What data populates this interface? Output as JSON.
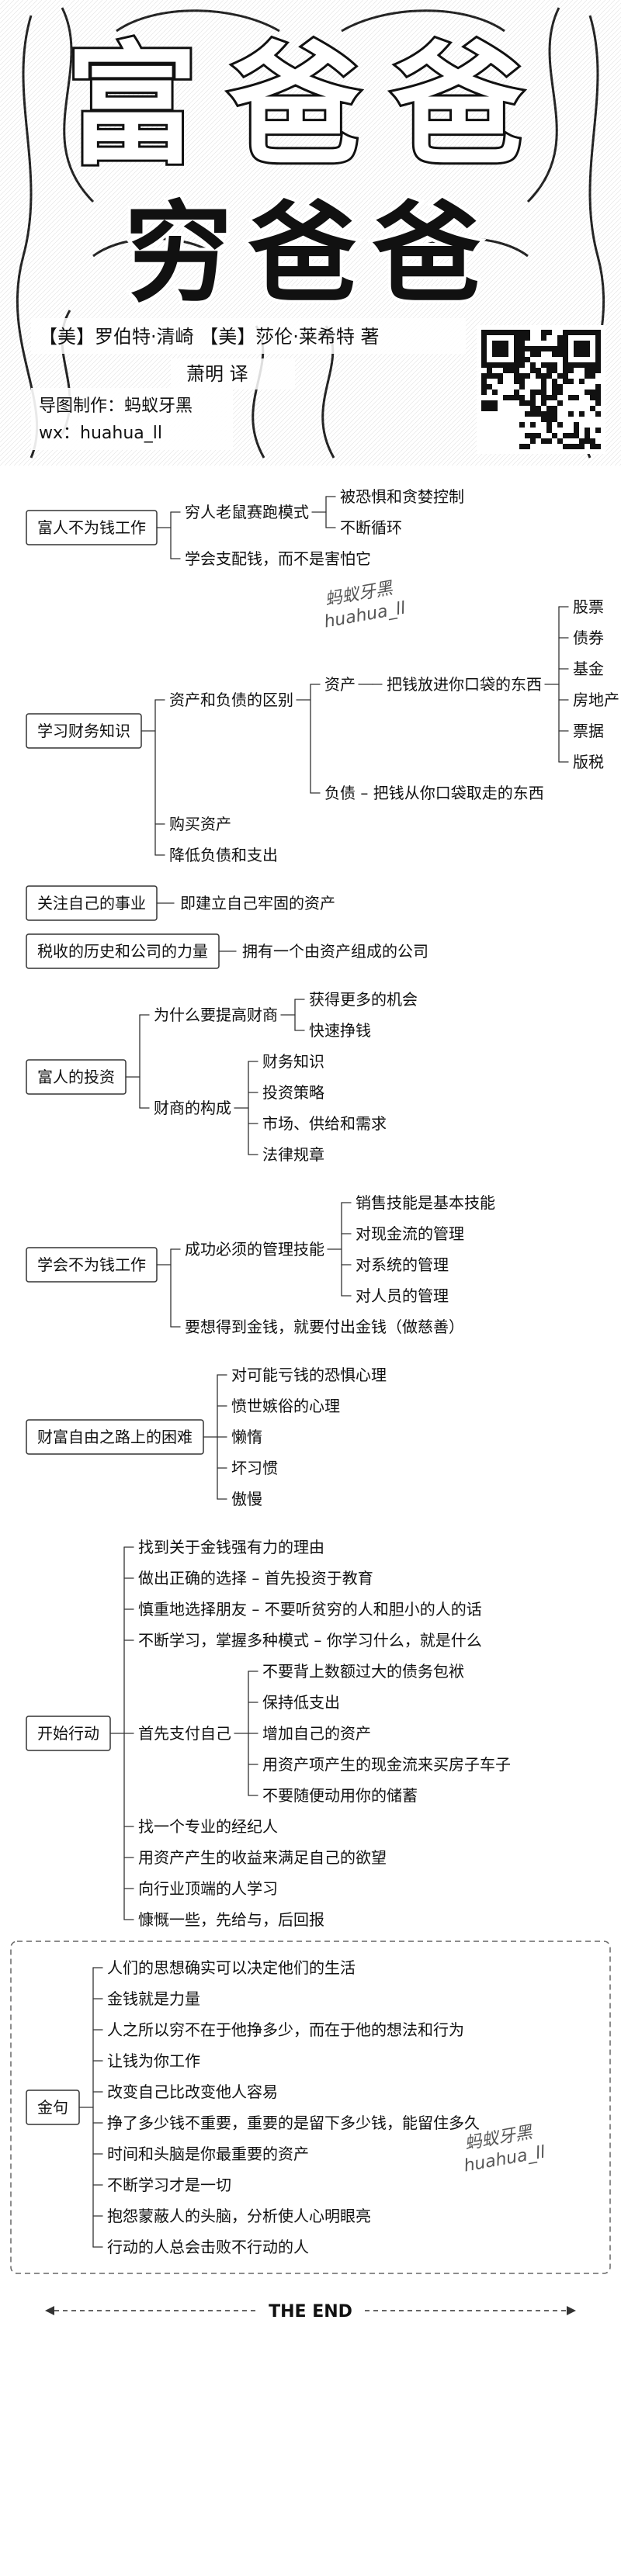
{
  "cover": {
    "title_top": "富爸爸",
    "title_main": "穷爸爸",
    "authors": "【美】罗伯特·清崎  【美】莎伦·莱希特  著",
    "translator": "萧明  译",
    "credit_line1": "导图制作：蚂蚁牙黑",
    "credit_line2": "wx：huahua_ll"
  },
  "watermarks": [
    {
      "line1": "蚂蚁牙黑",
      "line2": "huahua_ll"
    },
    {
      "line1": "蚂蚁牙黑",
      "line2": "huahua_ll"
    }
  ],
  "sections": [
    {
      "title": "富人不为钱工作",
      "children": [
        {
          "text": "穷人老鼠赛跑模式",
          "children": [
            {
              "text": "被恐惧和贪婪控制"
            },
            {
              "text": "不断循环"
            }
          ]
        },
        {
          "text": "学会支配钱，而不是害怕它"
        }
      ]
    },
    {
      "title": "学习财务知识",
      "children": [
        {
          "text": "资产和负债的区别",
          "children": [
            {
              "text": "资产",
              "children": [
                {
                  "text": "把钱放进你口袋的东西",
                  "children": [
                    {
                      "text": "股票"
                    },
                    {
                      "text": "债券"
                    },
                    {
                      "text": "基金"
                    },
                    {
                      "text": "房地产"
                    },
                    {
                      "text": "票据"
                    },
                    {
                      "text": "版税"
                    }
                  ]
                }
              ]
            },
            {
              "text": "负债 – 把钱从你口袋取走的东西"
            }
          ]
        },
        {
          "text": "购买资产"
        },
        {
          "text": "降低负债和支出"
        }
      ]
    },
    {
      "title": "关注自己的事业",
      "inline": "即建立自己牢固的资产"
    },
    {
      "title": "税收的历史和公司的力量",
      "inline": "拥有一个由资产组成的公司"
    },
    {
      "title": "富人的投资",
      "children": [
        {
          "text": "为什么要提高财商",
          "children": [
            {
              "text": "获得更多的机会"
            },
            {
              "text": "快速挣钱"
            }
          ]
        },
        {
          "text": "财商的构成",
          "children": [
            {
              "text": "财务知识"
            },
            {
              "text": "投资策略"
            },
            {
              "text": "市场、供给和需求"
            },
            {
              "text": "法律规章"
            }
          ]
        }
      ]
    },
    {
      "title": "学会不为钱工作",
      "children": [
        {
          "text": "成功必须的管理技能",
          "children": [
            {
              "text": "销售技能是基本技能"
            },
            {
              "text": "对现金流的管理"
            },
            {
              "text": "对系统的管理"
            },
            {
              "text": "对人员的管理"
            }
          ]
        },
        {
          "text": "要想得到金钱，就要付出金钱（做慈善）"
        }
      ]
    },
    {
      "title": "财富自由之路上的困难",
      "children": [
        {
          "text": "对可能亏钱的恐惧心理"
        },
        {
          "text": "愤世嫉俗的心理"
        },
        {
          "text": "懒惰"
        },
        {
          "text": "坏习惯"
        },
        {
          "text": "傲慢"
        }
      ]
    },
    {
      "title": "开始行动",
      "children": [
        {
          "text": "找到关于金钱强有力的理由"
        },
        {
          "text": "做出正确的选择 – 首先投资于教育"
        },
        {
          "text": "慎重地选择朋友 – 不要听贫穷的人和胆小的人的话"
        },
        {
          "text": "不断学习，掌握多种模式 – 你学习什么，就是什么"
        },
        {
          "text": "首先支付自己",
          "children": [
            {
              "text": "不要背上数额过大的债务包袱"
            },
            {
              "text": "保持低支出"
            },
            {
              "text": "增加自己的资产"
            },
            {
              "text": "用资产项产生的现金流来买房子车子"
            },
            {
              "text": "不要随便动用你的储蓄"
            }
          ]
        },
        {
          "text": "找一个专业的经纪人"
        },
        {
          "text": "用资产产生的收益来满足自己的欲望"
        },
        {
          "text": "向行业顶端的人学习"
        },
        {
          "text": "慷慨一些，先给与，后回报"
        }
      ]
    },
    {
      "title": "金句",
      "children": [
        {
          "text": "人们的思想确实可以决定他们的生活"
        },
        {
          "text": "金钱就是力量"
        },
        {
          "text": "人之所以穷不在于他挣多少，而在于他的想法和行为"
        },
        {
          "text": "让钱为你工作"
        },
        {
          "text": "改变自己比改变他人容易"
        },
        {
          "text": "挣了多少钱不重要，重要的是留下多少钱，能留住多久"
        },
        {
          "text": "时间和头脑是你最重要的资产"
        },
        {
          "text": "不断学习才是一切"
        },
        {
          "text": "抱怨蒙蔽人的头脑，分析使人心明眼亮"
        },
        {
          "text": "行动的人总会击败不行动的人"
        }
      ]
    }
  ],
  "footer": {
    "label": "THE END"
  }
}
